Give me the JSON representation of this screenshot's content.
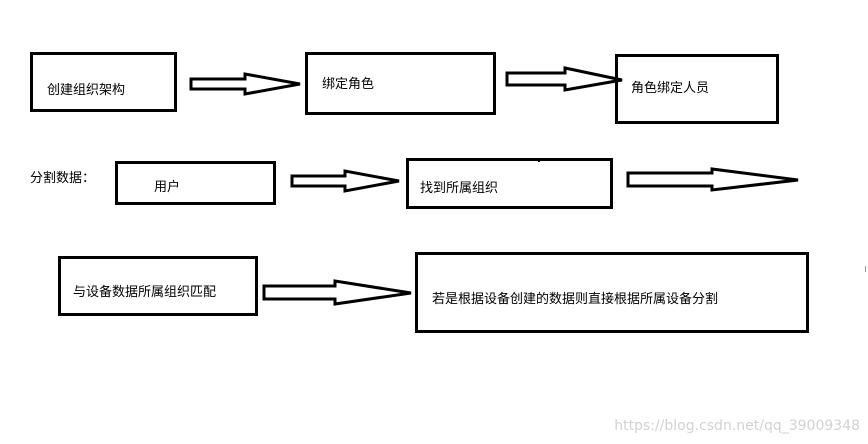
{
  "diagram": {
    "steps": {
      "create_org": "创建组织架构",
      "bind_role": "绑定角色",
      "role_bind_person": "角色绑定人员",
      "user": "用户",
      "find_org": "找到所属组织",
      "match_device": "与设备数据所属组织匹配",
      "rule_text": "若是根据设备创建的数据则直接根据所属设备分割"
    },
    "labels": {
      "split_data": "分割数据："
    },
    "watermark": "https://blog.csdn.net/qq_39009348"
  }
}
